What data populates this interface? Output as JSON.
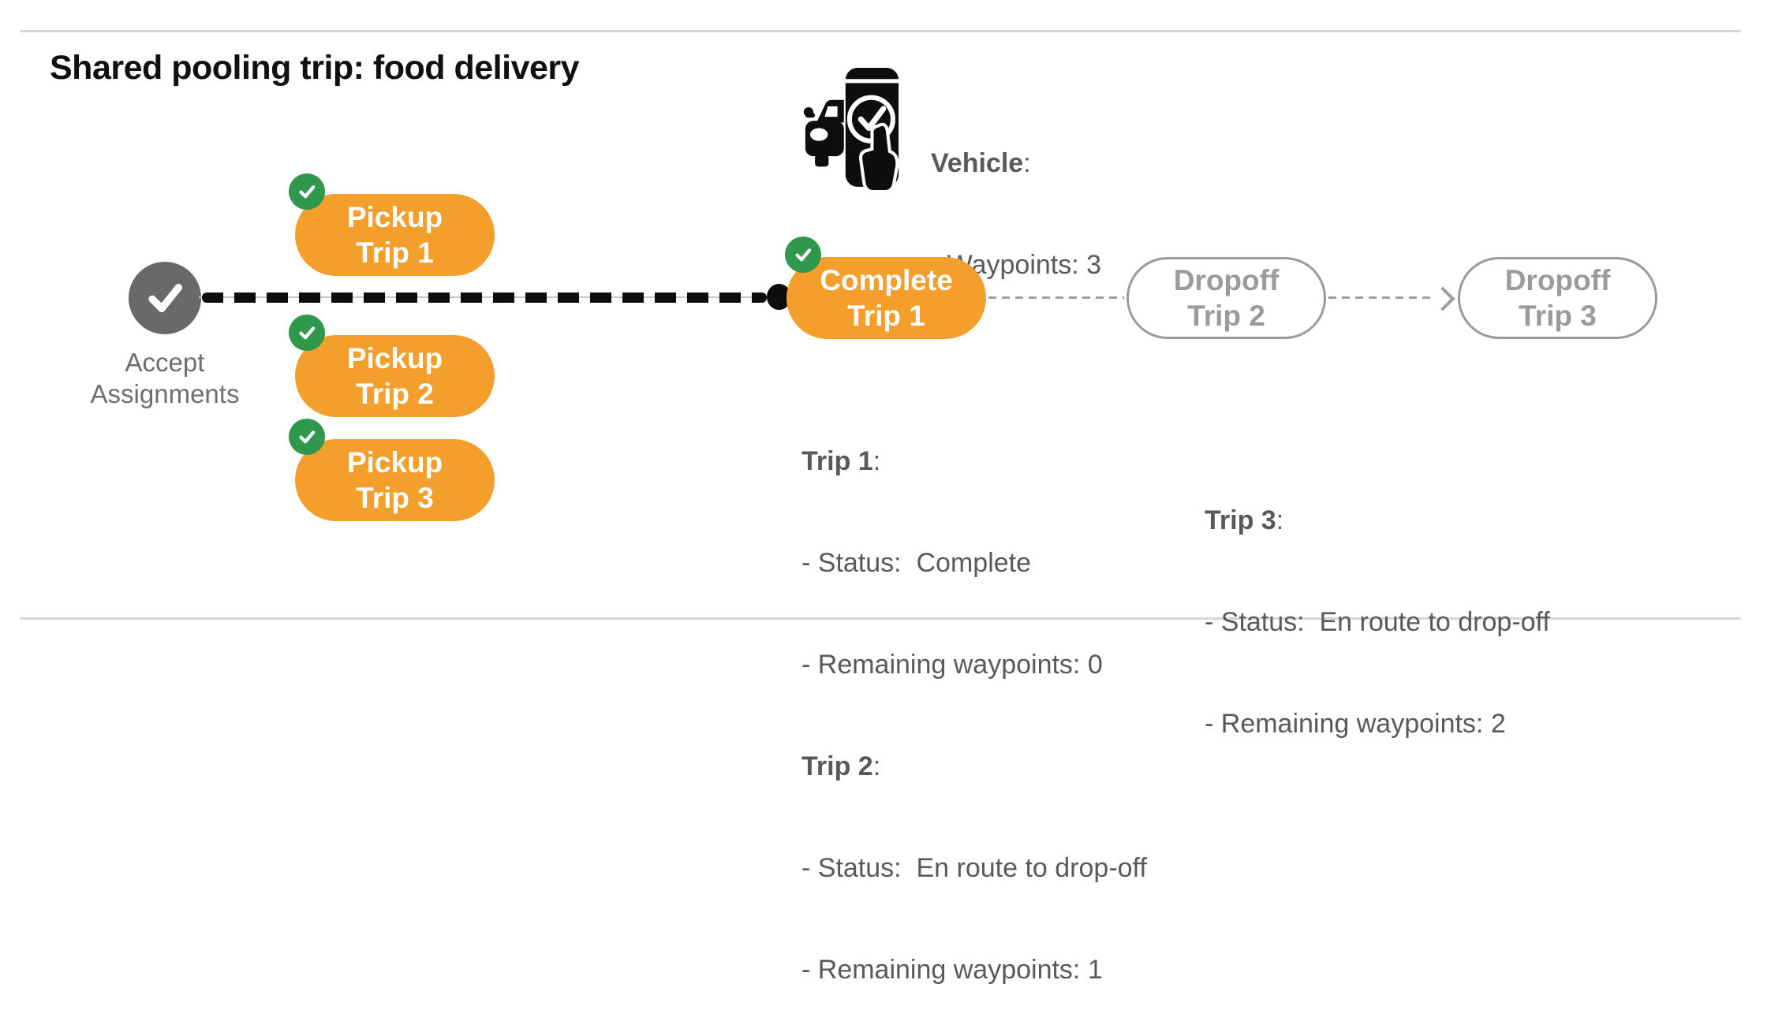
{
  "title": "Shared pooling trip: food delivery",
  "vehicle": {
    "label_bold": "Vehicle",
    "label_suffix": ":",
    "detail": "- Waypoints: 3"
  },
  "flow": {
    "start_label": "Accept Assignments",
    "pickup_nodes": [
      {
        "line1": "Pickup",
        "line2": "Trip 1"
      },
      {
        "line1": "Pickup",
        "line2": "Trip 2"
      },
      {
        "line1": "Pickup",
        "line2": "Trip 3"
      }
    ],
    "complete_node": {
      "line1": "Complete",
      "line2": "Trip 1"
    },
    "dropoff_nodes": [
      {
        "line1": "Dropoff",
        "line2": "Trip 2"
      },
      {
        "line1": "Dropoff",
        "line2": "Trip 3"
      }
    ]
  },
  "status": {
    "left": [
      {
        "trip_bold": "Trip 1",
        "trip_suffix": ":",
        "status_line": "- Status:  Complete",
        "waypoints_line": "- Remaining waypoints: 0"
      },
      {
        "trip_bold": "Trip 2",
        "trip_suffix": ":",
        "status_line": "- Status:  En route to drop-off",
        "waypoints_line": "- Remaining waypoints: 1"
      }
    ],
    "right": [
      {
        "trip_bold": "Trip 3",
        "trip_suffix": ":",
        "status_line": "- Status:  En route to drop-off",
        "waypoints_line": "- Remaining waypoints: 2"
      }
    ]
  },
  "colors": {
    "orange": "#F49E2B",
    "green": "#2F984C",
    "start_gray": "#696969",
    "pending_gray": "#9B9B9B",
    "text_gray": "#595959",
    "dash_black": "#0d0d0d",
    "rule_gray": "#d6d6d6"
  }
}
